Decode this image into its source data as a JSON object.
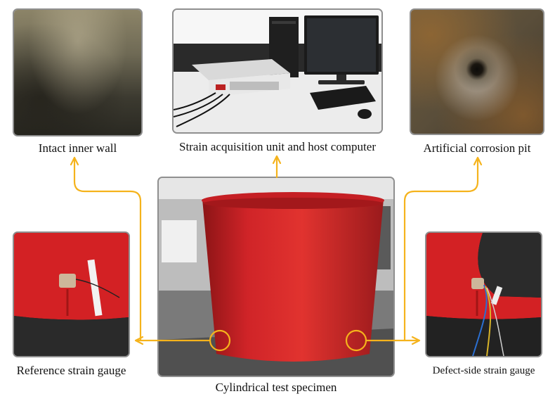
{
  "captions": {
    "intact_wall": "Intact inner wall",
    "acquisition": "Strain acquisition unit and host computer",
    "corrosion_pit": "Artificial corrosion pit",
    "reference_gauge": "Reference strain gauge",
    "specimen": "Cylindrical test specimen",
    "defect_gauge": "Defect-side strain gauge"
  },
  "colors": {
    "arrow": "#f5b31c",
    "specimen_red": "#d8262a",
    "panel_border": "#8f8f8f"
  }
}
